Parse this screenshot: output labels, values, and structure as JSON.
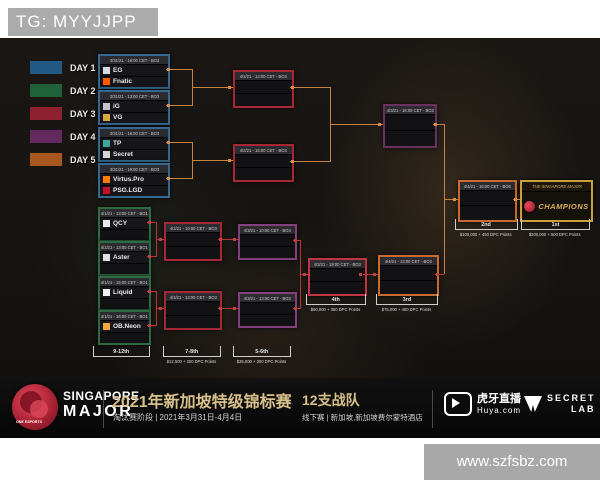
{
  "watermarks": {
    "top": "TG: MYYJJPP",
    "bottom": "www.szfsbz.com"
  },
  "legend": {
    "days": [
      {
        "label": "DAY 1",
        "color": "#235a85"
      },
      {
        "label": "DAY 2",
        "color": "#1f6138"
      },
      {
        "label": "DAY 3",
        "color": "#8e2130"
      },
      {
        "label": "DAY 4",
        "color": "#63295e"
      },
      {
        "label": "DAY 5",
        "color": "#a8571f"
      }
    ]
  },
  "bracket": {
    "ub_r1": [
      {
        "header": "3/31/21 - 16:00 CET - BO3",
        "teams": [
          {
            "name": "EG",
            "color": "#d7dde6"
          },
          {
            "name": "Fnatic",
            "color": "#ff5a00"
          }
        ]
      },
      {
        "header": "3/31/21 - 13:00 CET - BO3",
        "teams": [
          {
            "name": "iG",
            "color": "#c2c6cc"
          },
          {
            "name": "VG",
            "color": "#d9a93d"
          }
        ]
      },
      {
        "header": "3/31/21 - 16:00 CET - BO3",
        "teams": [
          {
            "name": "TP",
            "color": "#3aa79e"
          },
          {
            "name": "Secret",
            "color": "#d4d4d4"
          }
        ]
      },
      {
        "header": "3/31/21 - 19:00 CET - BO3",
        "teams": [
          {
            "name": "Virtus.Pro",
            "color": "#ff7a00"
          },
          {
            "name": "PSG.LGD",
            "color": "#c8102e"
          }
        ]
      }
    ],
    "ub_sf": [
      {
        "header": "4/2/21 - 13:00 CET - BO3"
      },
      {
        "header": "4/2/21 - 16:00 CET - BO3"
      }
    ],
    "ub_final": {
      "header": "4/3/21 - 16:00 CET - BO3"
    },
    "grand_final": {
      "header": "4/4/21 - 16:00 CET - BO5",
      "place": "2nd",
      "prize": "$100,000 + 450 DPC Points"
    },
    "champion": {
      "header": "THE SINGAPORE MAJOR",
      "label": "CHAMPIONS",
      "place": "1st",
      "prize": "$200,000 + 500 DPC Points"
    },
    "lb_r1": [
      {
        "header": "4/1/21 - 13:00 CET - BO1",
        "team": {
          "name": "QCY",
          "color": "#e9e9e9"
        }
      },
      {
        "header": "4/1/21 - 13:00 CET - BO1",
        "team": {
          "name": "Aster",
          "color": "#dfe0e4"
        }
      },
      {
        "header": "4/1/21 - 16:00 CET - BO1",
        "team": {
          "name": "Liquid",
          "color": "#eef0f4"
        }
      },
      {
        "header": "4/1/21 - 16:00 CET - BO1",
        "team": {
          "name": "OB.Neon",
          "color": "#f2a93b"
        }
      }
    ],
    "lb_qf": [
      {
        "header": "4/2/21 - 10:00 CET - BO3"
      },
      {
        "header": "4/2/21 - 13:00 CET - BO3"
      }
    ],
    "lb_r3": [
      {
        "header": "4/3/21 - 10:00 CET - BO3"
      },
      {
        "header": "4/3/21 - 13:00 CET - BO3"
      }
    ],
    "lb_sf": {
      "header": "4/3/21 - 19:00 CET - BO3",
      "place": "4th",
      "prize": "$50,000 + 350 DPC Points"
    },
    "lb_final": {
      "header": "4/4/21 - 13:00 CET - BO3",
      "place": "3rd",
      "prize": "$75,000 + 400 DPC Points"
    },
    "placements": [
      {
        "label": "9-12th",
        "prize": ""
      },
      {
        "label": "7-8th",
        "prize": "$12,500 + 200 DPC Points"
      },
      {
        "label": "5-6th",
        "prize": "$25,000 + 300 DPC Points"
      }
    ]
  },
  "banner": {
    "one_esports": "ONE ESPORTS",
    "wordmark_top": "SINGAPORE",
    "wordmark_bottom": "MAJOR",
    "title": "2021年新加坡特级锦标赛",
    "subtitle": "淘汰赛阶段 | 2021年3月31日-4月4日",
    "teams_count": "12支战队",
    "teams_sub": "线下赛 | 新加坡,新加坡费尔蒙特酒店",
    "huya_name": "虎牙直播",
    "huya_url": "Huya.com",
    "secretlab_top": "SECRET",
    "secretlab_bottom": "LAB"
  }
}
